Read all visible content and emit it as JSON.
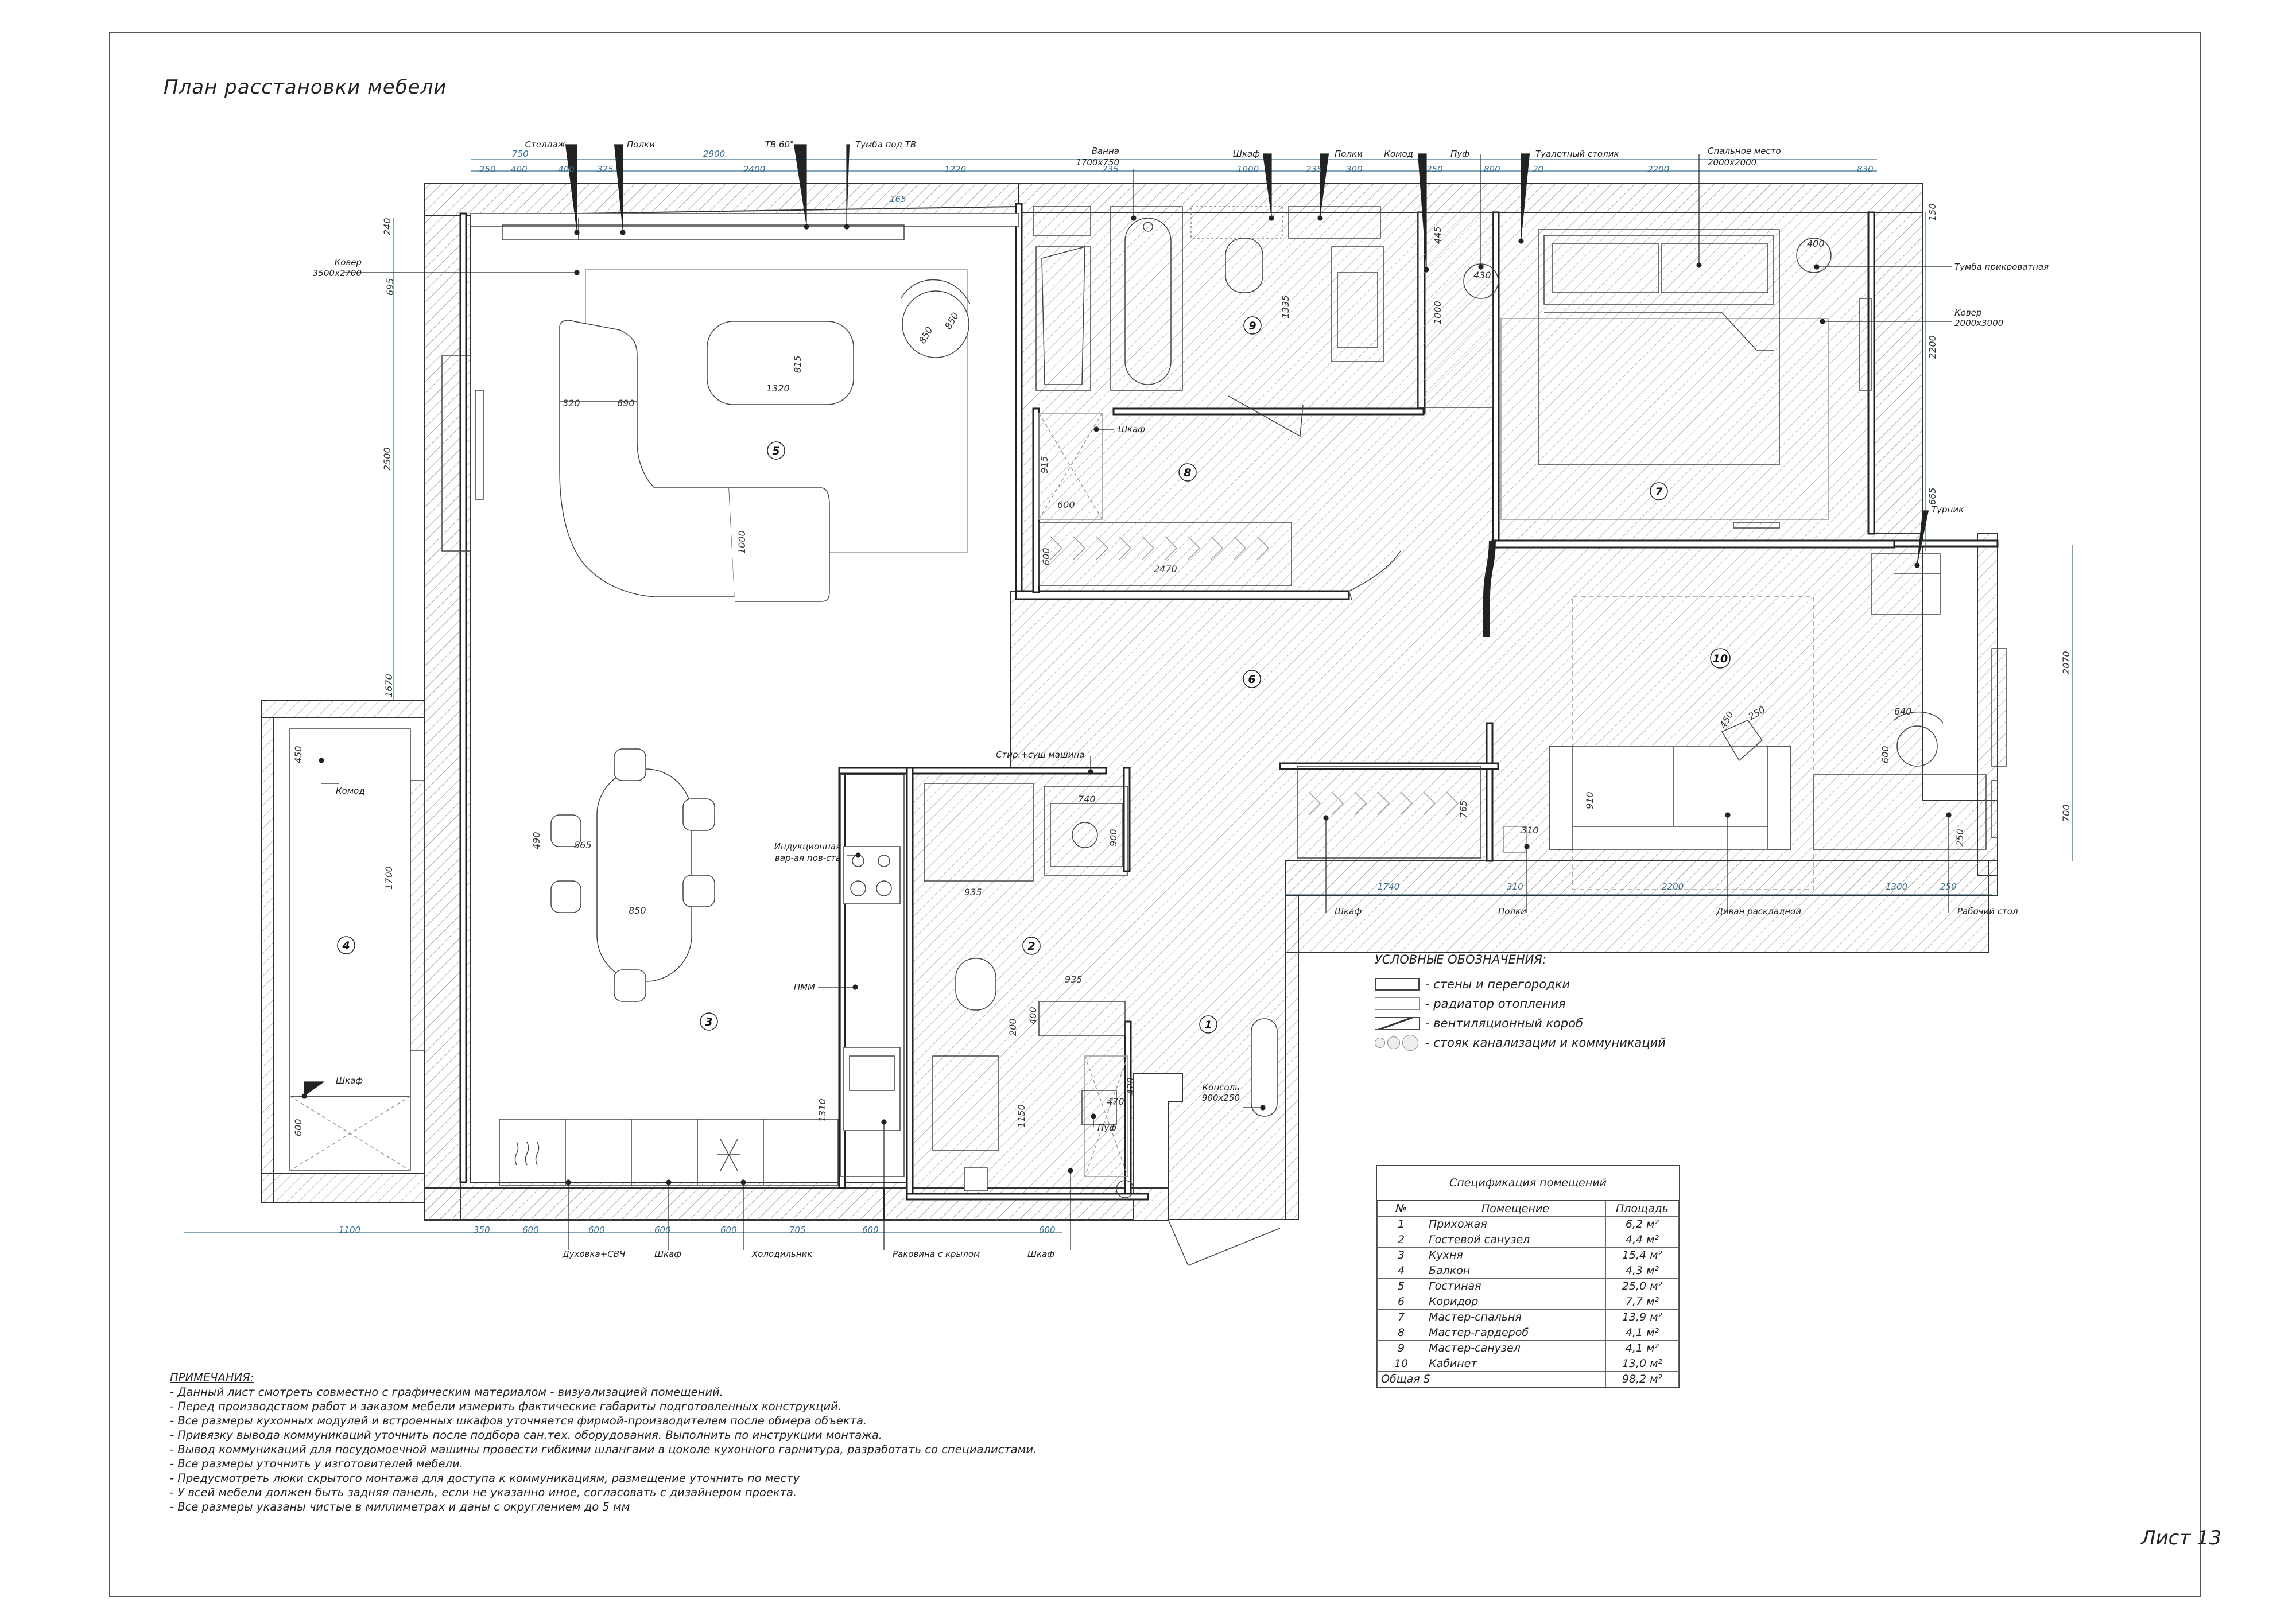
{
  "title": "План расстановки мебели",
  "sheet": "Лист 13",
  "rooms": [
    {
      "no": "1"
    },
    {
      "no": "2"
    },
    {
      "no": "3"
    },
    {
      "no": "4"
    },
    {
      "no": "5"
    },
    {
      "no": "6"
    },
    {
      "no": "7"
    },
    {
      "no": "8"
    },
    {
      "no": "9"
    },
    {
      "no": "10"
    }
  ],
  "callouts": {
    "stellazh": "Стеллаж",
    "polki_top": "Полки",
    "tv": "ТВ 60\"",
    "tumba_tv": "Тумба под ТВ",
    "vanna": "Ванна",
    "vanna_size": "1700x750",
    "shkaf_top": "Шкаф",
    "polki_bath": "Полки",
    "komod_top": "Комод",
    "puf_top": "Пуф",
    "tualetny": "Туалетный столик",
    "spalnoe": "Спальное место",
    "spalnoe_size": "2000x2000",
    "kover_left": "Ковер",
    "kover_left_size": "3500x2700",
    "tumba_prikr": "Тумба прикроватная",
    "kover_right": "Ковер",
    "kover_right_size": "2000x3000",
    "turnik": "Турник",
    "shkaf_8": "Шкаф",
    "komod_balcony": "Комод",
    "shkaf_balcony": "Шкаф",
    "stir": "Стир.+суш машина",
    "induction": "Индукционная",
    "induction2": "вар-ая пов-сть",
    "pmm": "ПММ",
    "konsol": "Консоль",
    "konsol_size": "900x250",
    "puf_hall": "Пуф",
    "duhovka": "Духовка+СВЧ",
    "shkaf_kitchen": "Шкаф",
    "holodilnik": "Холодильник",
    "rakovina": "Раковина с крылом",
    "shkaf_hall": "Шкаф",
    "shkaf_office": "Шкаф",
    "polki_office": "Полки",
    "divan": "Диван раскладной",
    "rabochiy": "Рабочий стол"
  },
  "dims_top": [
    "750",
    "2900",
    "1220",
    "250",
    "400",
    "400",
    "325",
    "2400",
    "735",
    "1000",
    "235",
    "300",
    "250",
    "800",
    "20",
    "2200",
    "830",
    "165"
  ],
  "dims_bottom": [
    "1100",
    "350",
    "600",
    "600",
    "600",
    "600",
    "705",
    "600",
    "600",
    "1740",
    "310",
    "2200",
    "1300",
    "250"
  ],
  "dims_misc": [
    "240",
    "695",
    "2500",
    "1670",
    "450",
    "1700",
    "600",
    "320",
    "690",
    "1320",
    "815",
    "1000",
    "850",
    "850",
    "565",
    "490",
    "850",
    "935",
    "935",
    "740",
    "900",
    "400",
    "200",
    "1310",
    "1150",
    "470",
    "420",
    "915",
    "600",
    "600",
    "2470",
    "1335",
    "445",
    "1000",
    "430",
    "400",
    "150",
    "2200",
    "665",
    "2070",
    "700",
    "765",
    "910",
    "450",
    "250",
    "640",
    "600",
    "250",
    "310"
  ],
  "legend": {
    "title": "УСЛОВНЫЕ ОБОЗНАЧЕНИЯ:",
    "items": [
      "- стены и перегородки",
      "- радиатор отопления",
      "- вентиляционный короб",
      "- стояк канализации и коммуникаций"
    ]
  },
  "spec": {
    "title": "Спецификация помещений",
    "headers": [
      "№",
      "Помещение",
      "Площадь"
    ],
    "rows": [
      [
        "1",
        "Прихожая",
        "6,2 м²"
      ],
      [
        "2",
        "Гостевой санузел",
        "4,4 м²"
      ],
      [
        "3",
        "Кухня",
        "15,4 м²"
      ],
      [
        "4",
        "Балкон",
        "4,3 м²"
      ],
      [
        "5",
        "Гостиная",
        "25,0 м²"
      ],
      [
        "6",
        "Коридор",
        "7,7 м²"
      ],
      [
        "7",
        "Мастер-спальня",
        "13,9 м²"
      ],
      [
        "8",
        "Мастер-гардероб",
        "4,1 м²"
      ],
      [
        "9",
        "Мастер-санузел",
        "4,1 м²"
      ],
      [
        "10",
        "Кабинет",
        "13,0 м²"
      ]
    ],
    "total_label": "Общая S",
    "total_value": "98,2 м²"
  },
  "notes": {
    "title": "ПРИМЕЧАНИЯ:",
    "lines": [
      "- Данный лист смотреть совместно с графическим материалом - визуализацией помещений.",
      "- Перед производством работ и заказом мебели измерить фактические габариты подготовленных конструкций.",
      "- Все размеры кухонных модулей и встроенных шкафов уточняется фирмой-производителем после обмера объекта.",
      "- Привязку вывода коммуникаций уточнить после подбора сан.тех. оборудования. Выполнить по инструкции монтажа.",
      "- Вывод коммуникаций для посудомоечной машины провести гибкими шлангами в цоколе кухонного гарнитура, разработать со специалистами.",
      "- Все размеры уточнить у изготовителей мебели.",
      "- Предусмотреть люки скрытого монтажа для доступа к коммуникациям, размещение уточнить по месту",
      "- У всей мебели должен быть задняя панель, если не указанно иное, согласовать с дизайнером проекта.",
      "- Все размеры указаны чистые  в миллиметрах и даны с округлением до 5 мм"
    ]
  }
}
